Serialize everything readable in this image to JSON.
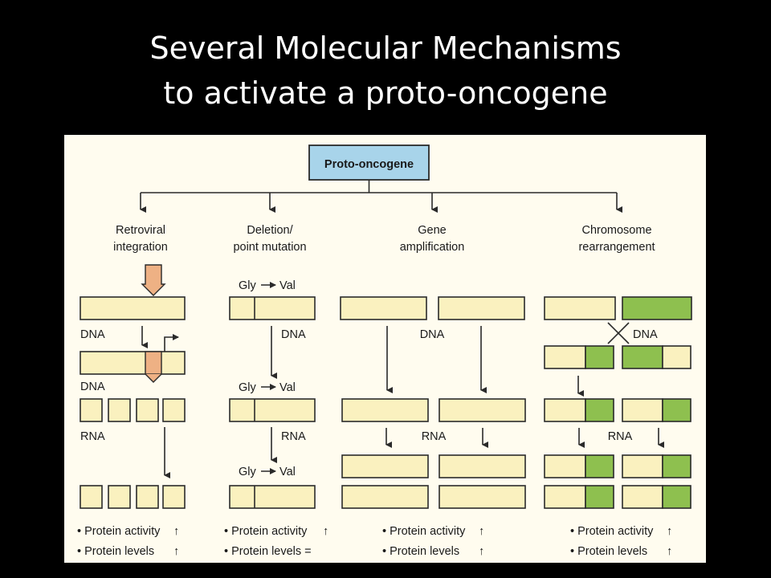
{
  "title": {
    "line1": "Several Molecular Mechanisms",
    "line2": "to activate a proto-oncogene"
  },
  "diagram": {
    "root": "Proto-oncogene",
    "colors": {
      "root_box": "#a8d4ea",
      "green_segment": "#8ec04f",
      "pale_segment": "#faf1bf",
      "insert": "#eeb184",
      "background": "#fffcef"
    },
    "columns": [
      {
        "heading1": "Retroviral",
        "heading2": "integration",
        "dna1": "DNA",
        "dna2": "DNA",
        "rna": "RNA",
        "activity": "• Protein activity",
        "activity_arrow": "↑",
        "levels": "• Protein levels",
        "levels_arrow": "↑"
      },
      {
        "heading1": "Deletion/",
        "heading2": "point mutation",
        "gly": "Gly",
        "val": "Val",
        "dna": "DNA",
        "rna": "RNA",
        "activity": "• Protein activity",
        "activity_arrow": "↑",
        "levels": "• Protein levels =",
        "levels_arrow": ""
      },
      {
        "heading1": "Gene",
        "heading2": "amplification",
        "dna": "DNA",
        "rna": "RNA",
        "activity": "• Protein activity",
        "activity_arrow": "↑",
        "levels": "• Protein levels",
        "levels_arrow": "↑"
      },
      {
        "heading1": "Chromosome",
        "heading2": "rearrangement",
        "dna": "DNA",
        "rna": "RNA",
        "activity": "• Protein activity",
        "activity_arrow": "↑",
        "levels": "• Protein levels",
        "levels_arrow": "↑"
      }
    ]
  }
}
